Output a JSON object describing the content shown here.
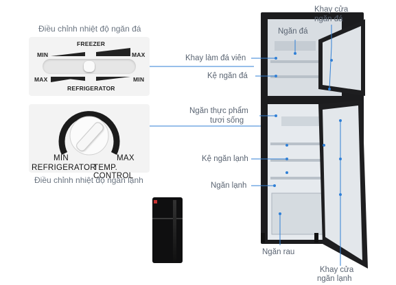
{
  "freezer_panel": {
    "caption": "Điều chỉnh nhiệt độ ngăn đá",
    "freezer_label": "FREEZER",
    "min_left": "MIN",
    "max_right": "MAX",
    "max_left": "MAX",
    "min_right": "MIN",
    "refrigerator_label": "REFRIGERATOR"
  },
  "cooler_panel": {
    "caption": "Điều chỉnh nhiệt độ ngăn lạnh",
    "min_label": "MIN",
    "max_label": "MAX",
    "refrigerator_label": "REFRIGERATOR",
    "temp_control_label": "TEMP. CONTROL"
  },
  "callouts": {
    "ngan_da": "Ngăn đá",
    "khay_cua_ngan_da_1": "Khay cửa",
    "khay_cua_ngan_da_2": "ngăn đá",
    "khay_lam_da_vien": "Khay làm đá viên",
    "ke_ngan_da": "Kệ ngăn đá",
    "ngan_thuc_pham_1": "Ngăn thực phẩm",
    "ngan_thuc_pham_2": "tươi sống",
    "ke_ngan_lanh": "Kệ ngăn lạnh",
    "ngan_lanh": "Ngăn lạnh",
    "ngan_rau": "Ngăn rau",
    "khay_cua_ngan_lanh_1": "Khay cửa",
    "khay_cua_ngan_lanh_2": "ngăn lạnh"
  },
  "colors": {
    "callout_line": "#2f7fd6",
    "dot": "#2f7fd6",
    "fridge_body": "#1c1c1e"
  }
}
